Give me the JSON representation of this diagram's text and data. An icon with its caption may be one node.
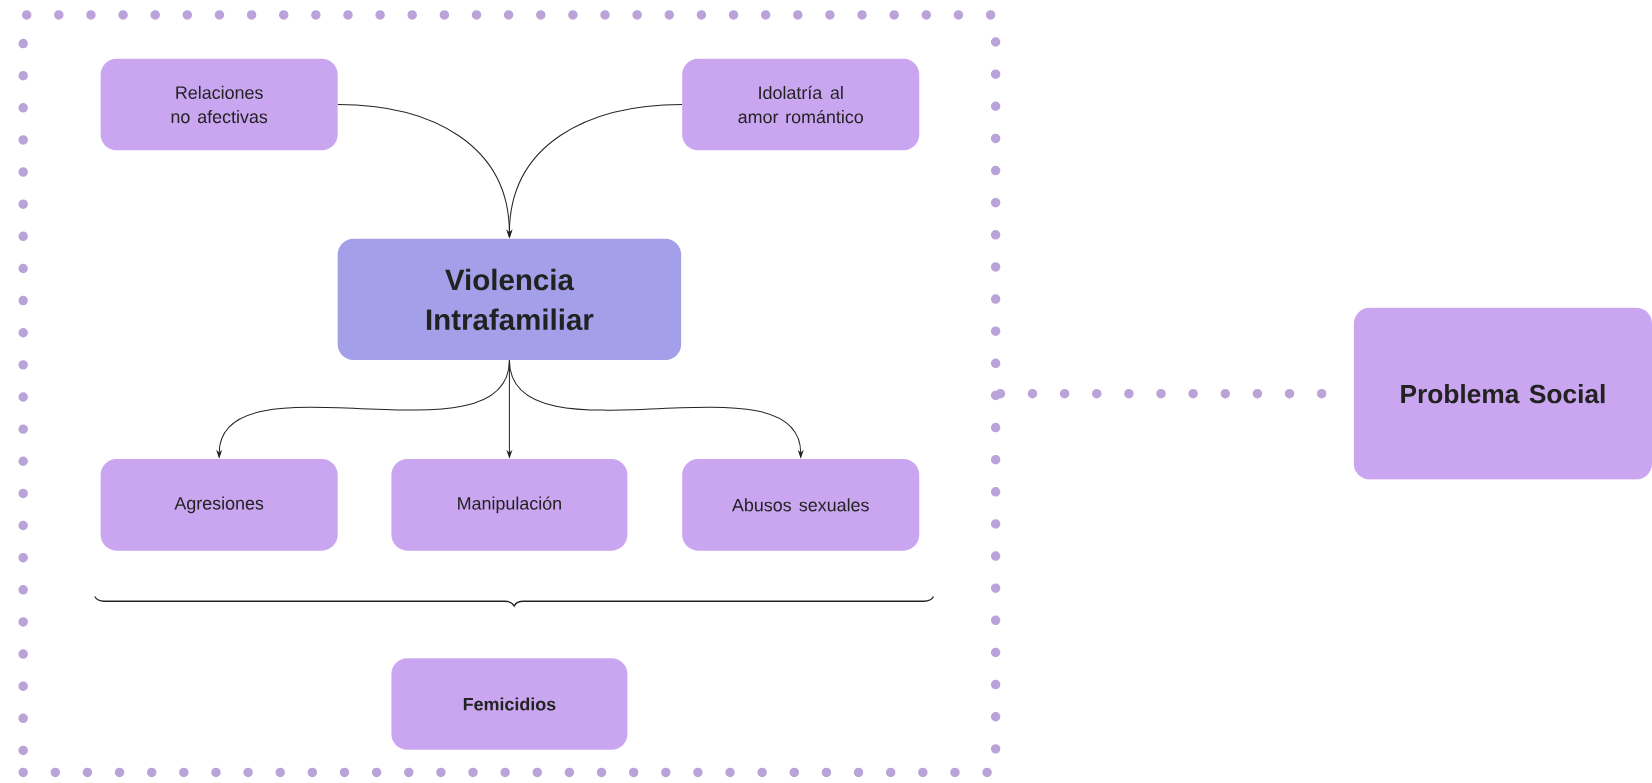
{
  "diagram": {
    "nodes": [
      {
        "text": [],
        "shape": "box"
      },
      {
        "text": [
          "Relaciones no afectivas"
        ],
        "in": 0
      },
      {
        "text": [
          "Idolatría al amor romántico"
        ],
        "in": 0
      },
      {
        "text": [
          "Violencia Intrafamiliar"
        ],
        "in": 0
      },
      {
        "text": [
          "Agresiones"
        ],
        "in": 0
      },
      {
        "text": [
          "Manipulación"
        ],
        "in": 0
      },
      {
        "text": [
          "Abusos sexuales"
        ],
        "in": 0
      },
      {
        "text": [
          "Femicidios"
        ],
        "in": 0
      },
      {
        "text": [
          "Problema Social"
        ]
      }
    ],
    "edges": [
      {
        "from": 1,
        "to": 3,
        "arrow": "to"
      },
      {
        "from": 2,
        "to": 3,
        "arrow": "to"
      },
      {
        "from": 3,
        "to": 4,
        "arrow": "to"
      },
      {
        "from": 3,
        "to": 5,
        "arrow": "to"
      },
      {
        "from": 3,
        "to": 6,
        "arrow": "to"
      },
      {
        "from": 0,
        "to": 8,
        "arrow": "none",
        "style": "dashed",
        "color": "#b9a3d8"
      }
    ]
  }
}
